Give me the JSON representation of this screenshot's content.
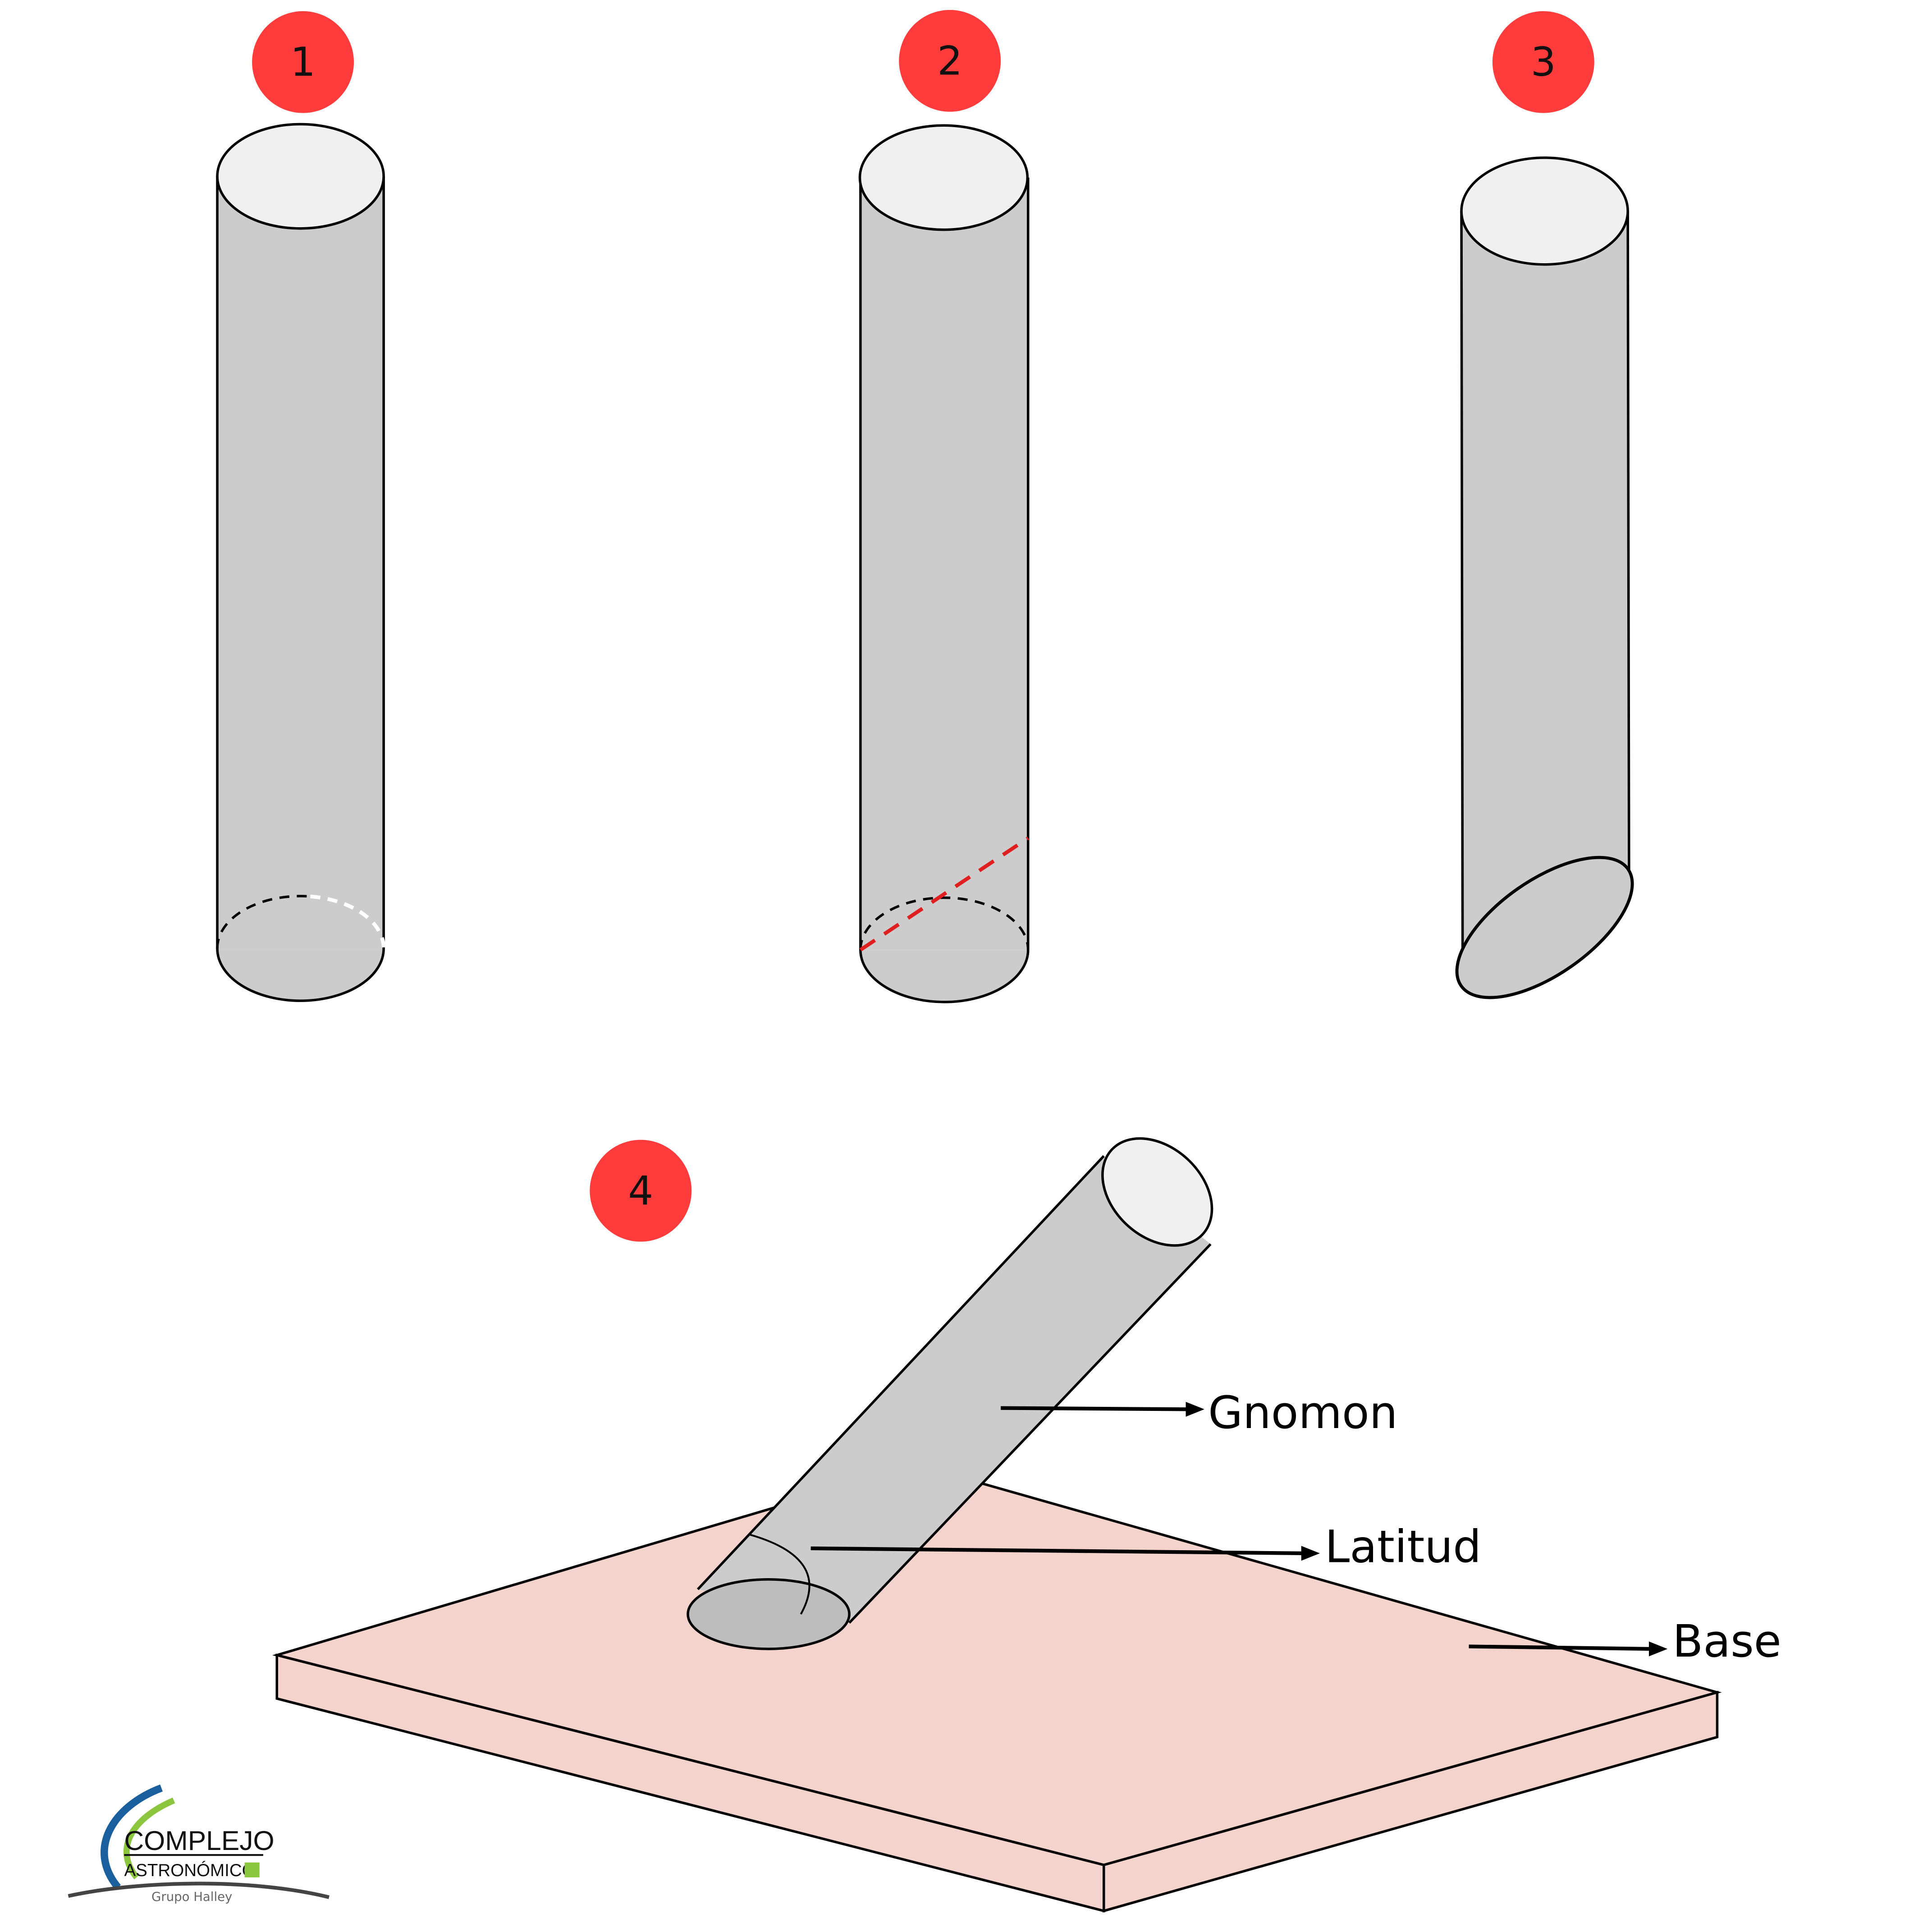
{
  "steps": [
    "1",
    "2",
    "3",
    "4"
  ],
  "labels": {
    "gnomon": "Gnomon",
    "latitud": "Latitud",
    "base": "Base"
  },
  "logo": {
    "line1": "COMPLEJO",
    "line2": "ASTRONÓMICO",
    "line3": "Grupo Halley"
  },
  "colors": {
    "step_badge": "#ff3b3b",
    "cylinder_body": "#cccccc",
    "cylinder_top": "#f0f0f0",
    "base_plate": "#f4d3cc",
    "cut_line": "#e02020",
    "logo_green": "#8cc63f",
    "logo_blue": "#1a5f9e"
  }
}
